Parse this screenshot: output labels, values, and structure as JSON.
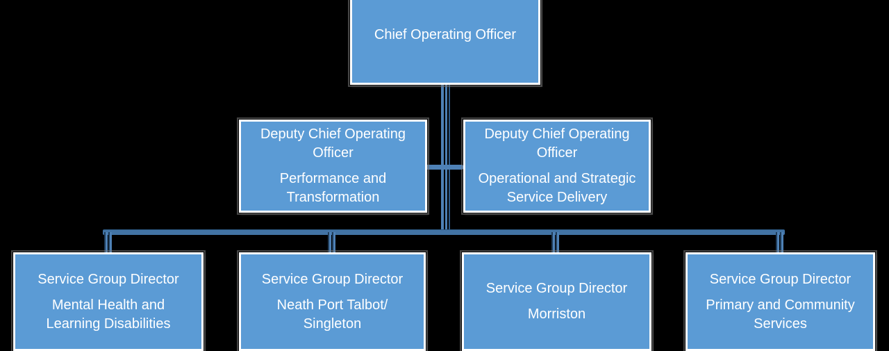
{
  "theme": {
    "background_color": "#000000",
    "box_fill_color": "#5B9BD5",
    "box_border_color": "#FFFFFF",
    "text_color": "#FFFFFF",
    "connector_color": "#4273A4",
    "connector_highlight_color": "#4E81B6",
    "connector_dark_edge_color": "#1F3B57"
  },
  "org_chart": {
    "root": {
      "title": "Chief Operating Officer"
    },
    "level2": [
      {
        "title": "Deputy Chief Operating\nOfficer",
        "subtitle": "Performance and\nTransformation"
      },
      {
        "title": "Deputy Chief Operating\nOfficer",
        "subtitle": "Operational and Strategic\nService Delivery"
      }
    ],
    "level3": [
      {
        "title": "Service Group Director",
        "subtitle": "Mental Health and\nLearning Disabilities"
      },
      {
        "title": "Service Group Director",
        "subtitle": "Neath Port Talbot/\nSingleton"
      },
      {
        "title": "Service Group Director",
        "subtitle": "Morriston"
      },
      {
        "title": "Service Group Director",
        "subtitle": "Primary and Community\nServices"
      }
    ]
  }
}
